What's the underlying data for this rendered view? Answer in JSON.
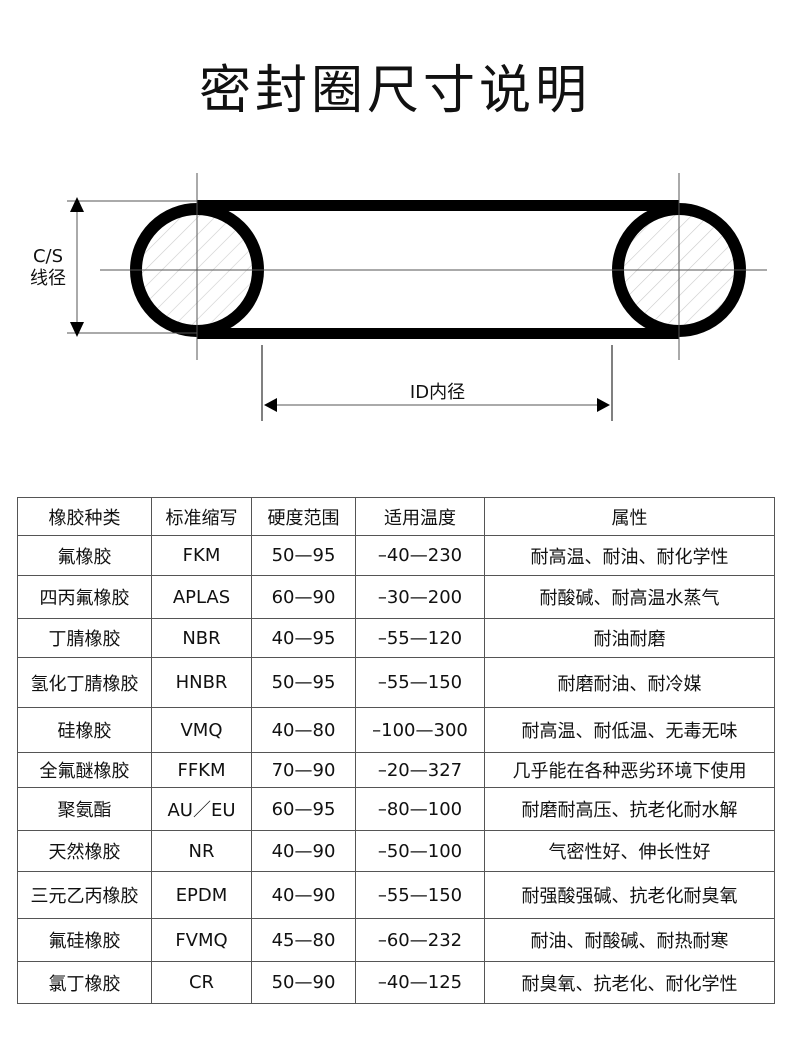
{
  "title": "密封圈尺寸说明",
  "diagram": {
    "cs_label_line1": "C/S",
    "cs_label_line2": "线径",
    "id_label": "ID内径"
  },
  "table": {
    "headers": [
      "橡胶种类",
      "标准缩写",
      "硬度范围",
      "适用温度",
      "属性"
    ],
    "rows": [
      [
        "氟橡胶",
        "FKM",
        "50—95",
        "–40—230",
        "耐高温、耐油、耐化学性"
      ],
      [
        "四丙氟橡胶",
        "APLAS",
        "60—90",
        "–30—200",
        "耐酸碱、耐高温水蒸气"
      ],
      [
        "丁腈橡胶",
        "NBR",
        "40—95",
        "–55—120",
        "耐油耐磨"
      ],
      [
        "氢化丁腈橡胶",
        "HNBR",
        "50—95",
        "–55—150",
        "耐磨耐油、耐冷媒"
      ],
      [
        "硅橡胶",
        "VMQ",
        "40—80",
        "–100—300",
        "耐高温、耐低温、无毒无味"
      ],
      [
        "全氟醚橡胶",
        "FFKM",
        "70—90",
        "–20—327",
        "几乎能在各种恶劣环境下使用"
      ],
      [
        "聚氨酯",
        "AU／EU",
        "60—95",
        "–80—100",
        "耐磨耐高压、抗老化耐水解"
      ],
      [
        "天然橡胶",
        "NR",
        "40—90",
        "–50—100",
        "气密性好、伸长性好"
      ],
      [
        "三元乙丙橡胶",
        "EPDM",
        "40—90",
        "–55—150",
        "耐强酸强碱、抗老化耐臭氧"
      ],
      [
        "氟硅橡胶",
        "FVMQ",
        "45—80",
        "–60—232",
        "耐油、耐酸碱、耐热耐寒"
      ],
      [
        "氯丁橡胶",
        "CR",
        "50—90",
        "–40—125",
        "耐臭氧、抗老化、耐化学性"
      ]
    ]
  }
}
